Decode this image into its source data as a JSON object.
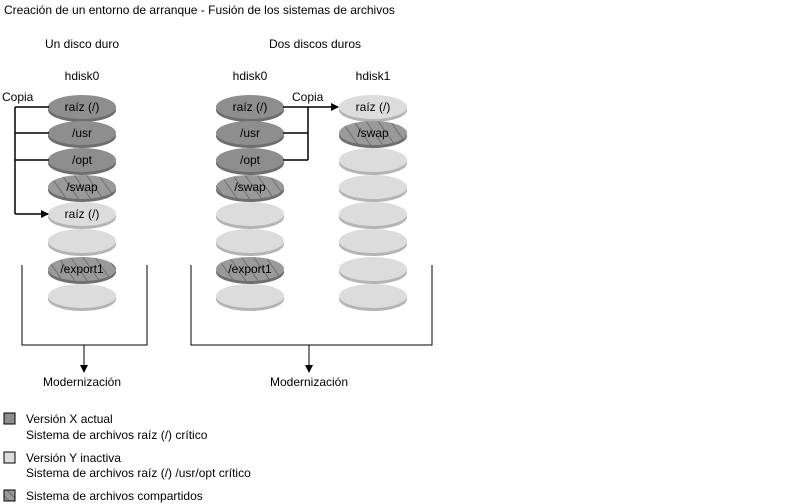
{
  "title": "Creación de un entorno de arranque - Fusión de los sistemas de archivos",
  "sections": [
    {
      "heading": "Un disco duro",
      "result": "Modernización"
    },
    {
      "heading": "Dos discos duros",
      "result": "Modernización"
    }
  ],
  "copy_label": "Copia",
  "disks": [
    {
      "name": "hdisk0",
      "slices": [
        {
          "label": "raíz (/)",
          "kind": "current"
        },
        {
          "label": "/usr",
          "kind": "current"
        },
        {
          "label": "/opt",
          "kind": "current"
        },
        {
          "label": "/swap",
          "kind": "shared"
        },
        {
          "label": "raíz (/)",
          "kind": "inactive"
        },
        {
          "label": "",
          "kind": "inactive"
        },
        {
          "label": "/export1",
          "kind": "shared"
        },
        {
          "label": "",
          "kind": "inactive"
        }
      ]
    },
    {
      "name": "hdisk0",
      "slices": [
        {
          "label": "raíz (/)",
          "kind": "current"
        },
        {
          "label": "/usr",
          "kind": "current"
        },
        {
          "label": "/opt",
          "kind": "current"
        },
        {
          "label": "/swap",
          "kind": "shared"
        },
        {
          "label": "",
          "kind": "inactive"
        },
        {
          "label": "",
          "kind": "inactive"
        },
        {
          "label": "/export1",
          "kind": "shared"
        },
        {
          "label": "",
          "kind": "inactive"
        }
      ]
    },
    {
      "name": "hdisk1",
      "slices": [
        {
          "label": "raíz (/)",
          "kind": "inactive"
        },
        {
          "label": "/swap",
          "kind": "shared"
        },
        {
          "label": "",
          "kind": "inactive"
        },
        {
          "label": "",
          "kind": "inactive"
        },
        {
          "label": "",
          "kind": "inactive"
        },
        {
          "label": "",
          "kind": "inactive"
        },
        {
          "label": "",
          "kind": "inactive"
        },
        {
          "label": "",
          "kind": "inactive"
        }
      ]
    }
  ],
  "legend": [
    {
      "kind": "current",
      "line1": "Versión X actual",
      "line2": "Sistema de archivos raíz (/) crítico"
    },
    {
      "kind": "inactive",
      "line1": "Versión Y inactiva",
      "line2": "Sistema de archivos raíz (/) /usr/opt crítico"
    },
    {
      "kind": "shared",
      "line1": "Sistema de archivos compartidos",
      "line2": ""
    }
  ],
  "colors": {
    "current": "#8e8e8e",
    "inactive": "#dcdcdc",
    "shared": "#9a9a9a",
    "line": "#000000"
  }
}
